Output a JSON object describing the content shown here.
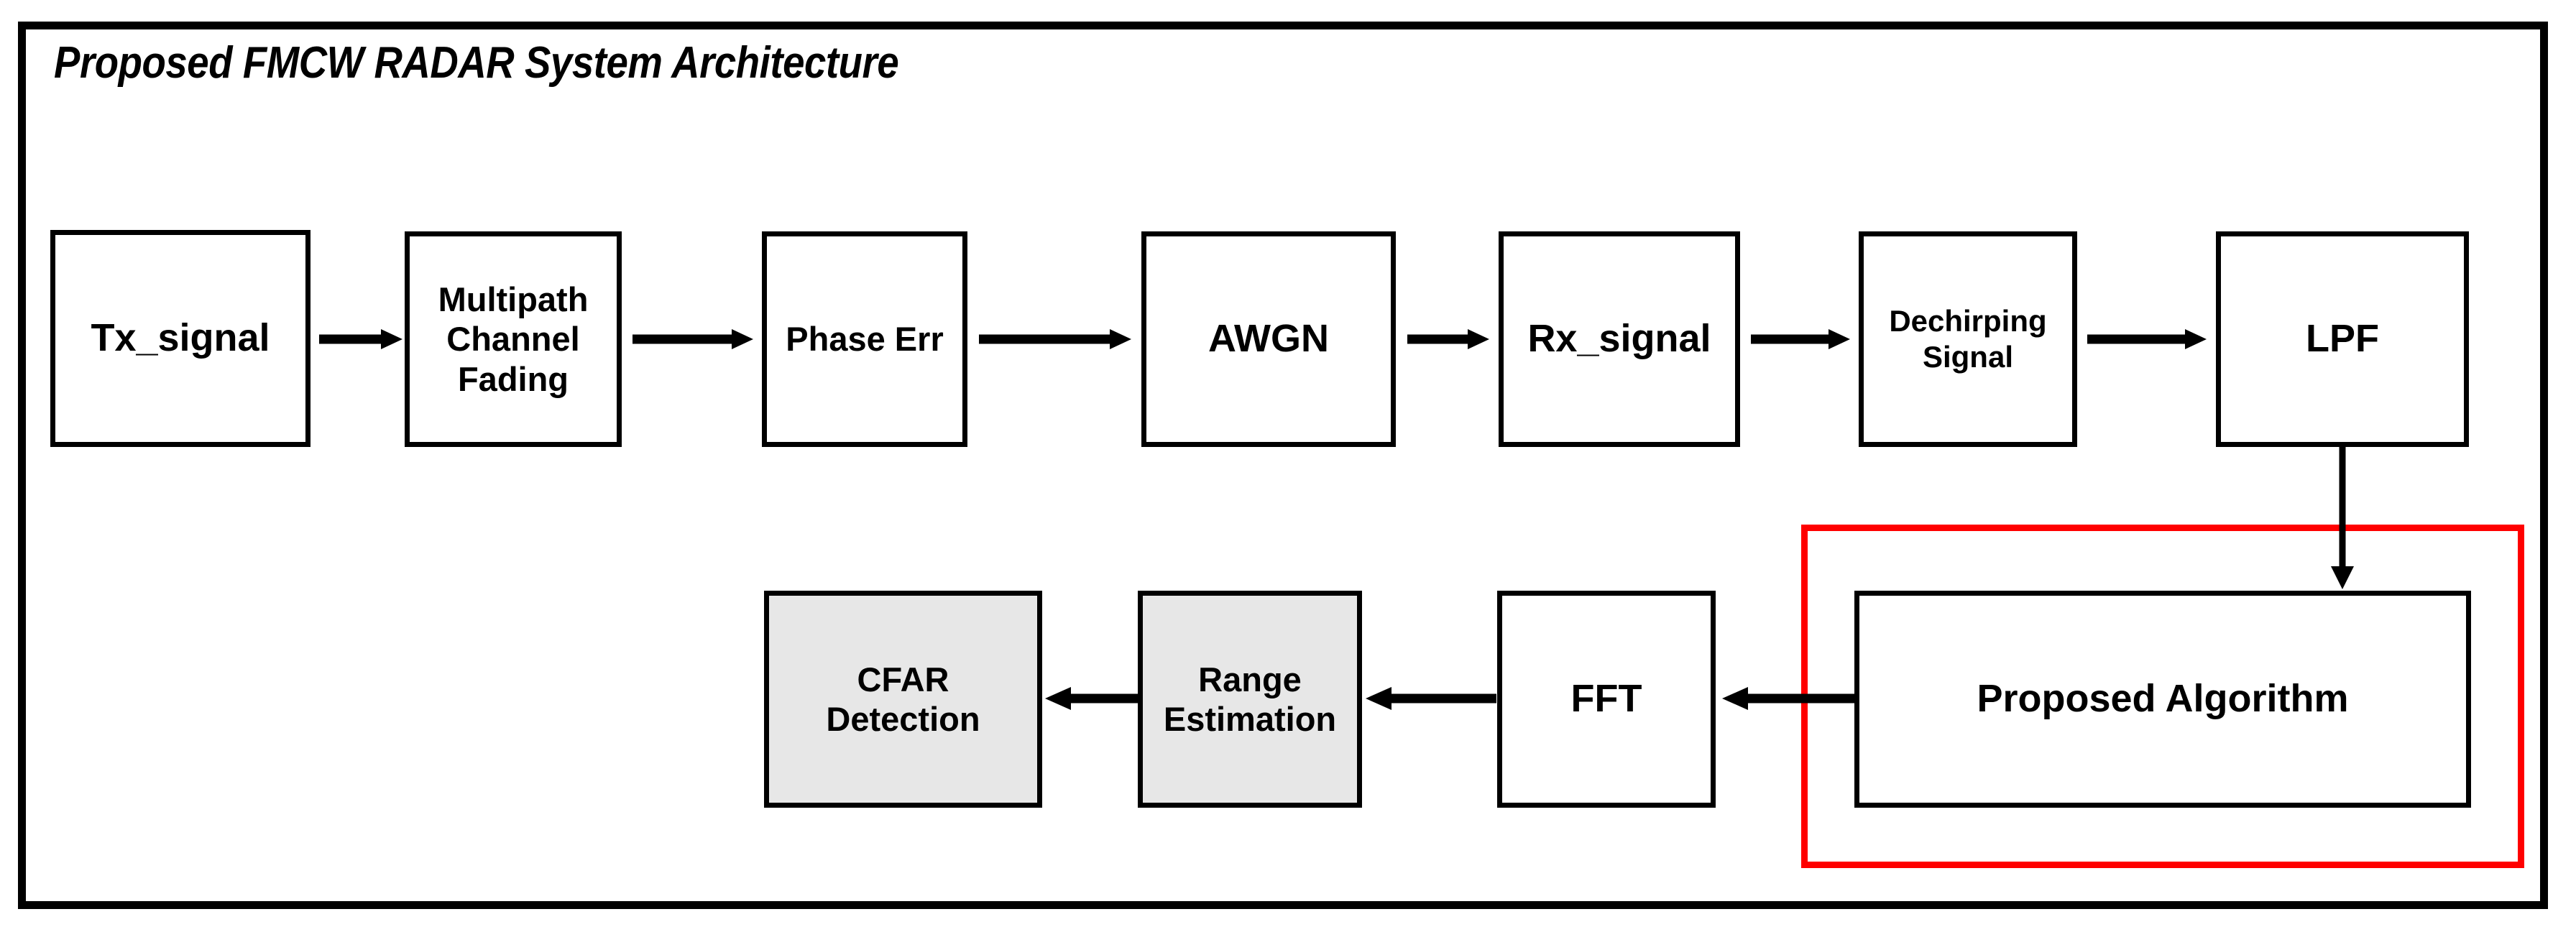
{
  "figure": {
    "title": "Proposed FMCW RADAR System Architecture",
    "frame_color": "#000000",
    "highlight_color": "#ff0000",
    "shaded_block_fill": "#e7e7e7"
  },
  "blocks": {
    "tx_signal": "Tx_signal",
    "multipath": "Multipath\nChannel\nFading",
    "phase_err": "Phase Err",
    "awgn": "AWGN",
    "rx_signal": "Rx_signal",
    "dechirping": "Dechirping\nSignal",
    "lpf": "LPF",
    "proposed_algorithm": "Proposed Algorithm",
    "fft": "FFT",
    "range_estimation": "Range\nEstimation",
    "cfar_detection": "CFAR\nDetection"
  },
  "flow": {
    "top_row": [
      "Tx_signal",
      "Multipath Channel Fading",
      "Phase Err",
      "AWGN",
      "Rx_signal",
      "Dechirping Signal",
      "LPF"
    ],
    "bottom_row": [
      "Proposed Algorithm",
      "FFT",
      "Range Estimation",
      "CFAR Detection"
    ],
    "connections": [
      {
        "from": "Tx_signal",
        "to": "Multipath Channel Fading",
        "direction": "right"
      },
      {
        "from": "Multipath Channel Fading",
        "to": "Phase Err",
        "direction": "right"
      },
      {
        "from": "Phase Err",
        "to": "AWGN",
        "direction": "right"
      },
      {
        "from": "AWGN",
        "to": "Rx_signal",
        "direction": "right"
      },
      {
        "from": "Rx_signal",
        "to": "Dechirping Signal",
        "direction": "right"
      },
      {
        "from": "Dechirping Signal",
        "to": "LPF",
        "direction": "right"
      },
      {
        "from": "LPF",
        "to": "Proposed Algorithm",
        "direction": "down"
      },
      {
        "from": "Proposed Algorithm",
        "to": "FFT",
        "direction": "left"
      },
      {
        "from": "FFT",
        "to": "Range Estimation",
        "direction": "left"
      },
      {
        "from": "Range Estimation",
        "to": "CFAR Detection",
        "direction": "left"
      }
    ],
    "highlighted_region": "Proposed Algorithm"
  }
}
